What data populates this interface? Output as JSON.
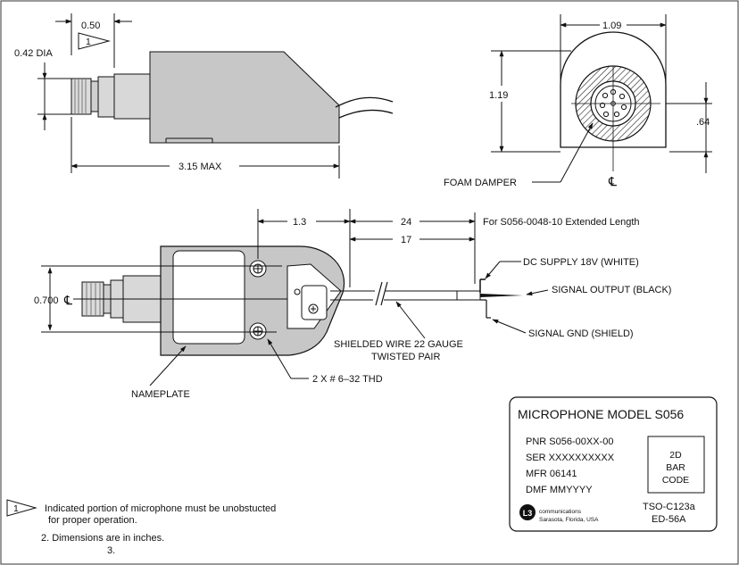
{
  "top_view": {
    "dim_overhang": "0.50",
    "note_flag": "1",
    "dim_connector_dia": "0.42 DIA",
    "dim_overall_length": "3.15 MAX"
  },
  "end_view": {
    "dim_width": "1.09",
    "dim_height": "1.19",
    "dim_centerline_height": ".64",
    "foam_label": "FOAM DAMPER",
    "centerline_symbol": "℄"
  },
  "side_view": {
    "dim_body_to_exit": "1.3",
    "dim_cable_24": "24",
    "extended_length_note": "For S056-0048-10 Extended Length",
    "dim_cable_17": "17",
    "dim_flange": "0.700",
    "centerline_symbol": "℄",
    "dc_supply": "DC SUPPLY 18V (WHITE)",
    "signal_output": "SIGNAL OUTPUT (BLACK)",
    "signal_gnd": "SIGNAL GND (SHIELD)",
    "wire_line1": "SHIELDED WIRE 22 GAUGE",
    "wire_line2": "TWISTED PAIR",
    "nameplate": "NAMEPLATE",
    "threads": "2 X # 6–32 THD"
  },
  "label_block": {
    "title": "MICROPHONE MODEL S056",
    "pnr": "PNR  S056-00XX-00",
    "ser": "SER XXXXXXXXXX",
    "mfr": "MFR 06141",
    "dmf": "DMF MMYYYY",
    "barcode_line1": "2D",
    "barcode_line2": "BAR",
    "barcode_line3": "CODE",
    "logo_glyph": "L3",
    "company_line1": "communications",
    "company_line2": "Sarasota, Florida, USA",
    "tso": "TSO-C123a",
    "ed": "ED-56A"
  },
  "notes": {
    "flag": "1",
    "note1_line1": "Indicated portion of microphone must be unobstucted",
    "note1_line2": "for proper operation.",
    "note2": "2.  Dimensions are in inches.",
    "note3": "3."
  }
}
